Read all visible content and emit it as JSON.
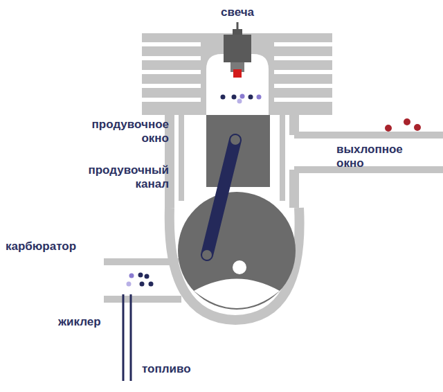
{
  "diagram": {
    "labels": [
      "свеча",
      "продувочное окно",
      "продувочный канал",
      "выхлопное окно",
      "карбюратор",
      "жиклер",
      "топливо"
    ]
  }
}
